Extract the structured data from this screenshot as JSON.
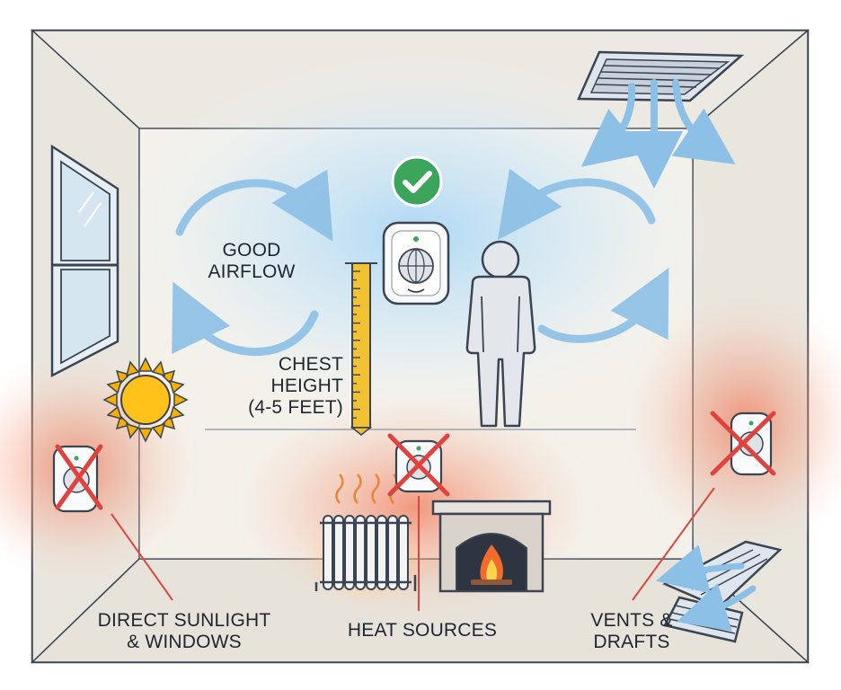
{
  "labels": {
    "good_airflow": [
      "GOOD",
      "AIRFLOW"
    ],
    "chest_height": [
      "CHEST",
      "HEIGHT",
      "(4-5 FEET)"
    ],
    "direct_sunlight": [
      "DIRECT SUNLIGHT",
      "& WINDOWS"
    ],
    "heat_sources": [
      "HEAT SOURCES"
    ],
    "vents_drafts": [
      "VENTS &",
      "DRAFTS"
    ]
  },
  "colors": {
    "good_mark": "#3ba55c",
    "bad_mark": "#e0433d",
    "airflow_arrow": "#8cc0e6",
    "hot_glow": "#f07a5a",
    "cool_glow": "#a9d7f5",
    "outline": "#3b4452"
  },
  "icons": [
    "check-icon",
    "thermostat-icon",
    "person-icon",
    "ruler-icon",
    "sun-icon",
    "window-icon",
    "radiator-icon",
    "fireplace-icon",
    "ceiling-vent-icon",
    "floor-vent-icon",
    "cross-icon"
  ]
}
